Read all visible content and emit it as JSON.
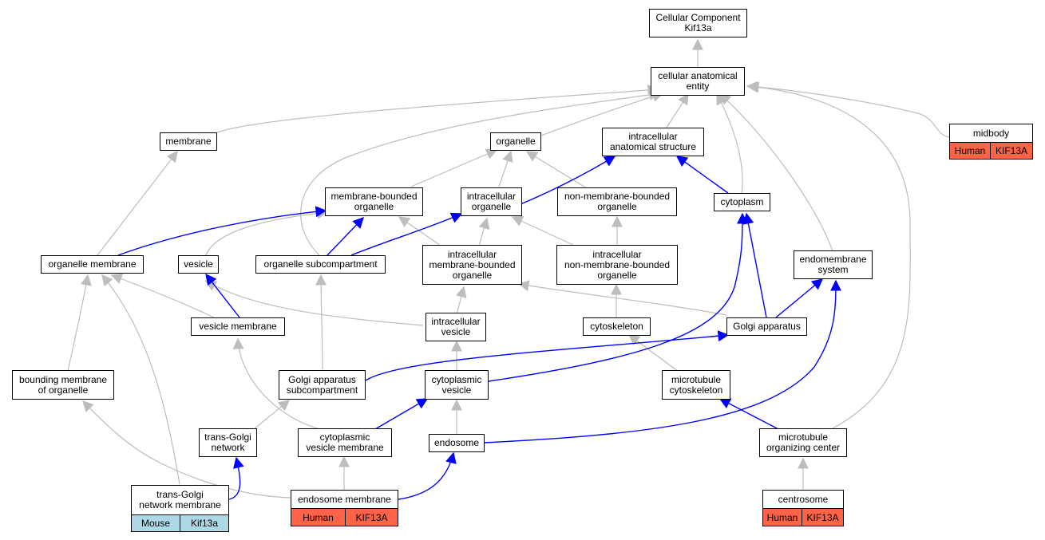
{
  "colors": {
    "grey_edge": "#bdbdbd",
    "blue_edge": "#0000ff",
    "human_tag": "#ff6347",
    "mouse_tag": "#add8e6"
  },
  "nodes": {
    "cellular_component": "Cellular Component\nKif13a",
    "cellular_anatomical_entity": "cellular anatomical\nentity",
    "membrane": "membrane",
    "organelle": "organelle",
    "intracellular_anatomical_structure": "intracellular\nanatomical structure",
    "midbody": "midbody",
    "membrane_bounded_organelle": "membrane-bounded\norganelle",
    "intracellular_organelle": "intracellular\norganelle",
    "non_membrane_bounded_organelle": "non-membrane-bounded\norganelle",
    "cytoplasm": "cytoplasm",
    "organelle_membrane": "organelle membrane",
    "vesicle": "vesicle",
    "organelle_subcompartment": "organelle subcompartment",
    "intracellular_membrane_bounded_organelle": "intracellular\nmembrane-bounded\norganelle",
    "intracellular_non_membrane_bounded_organelle": "intracellular\nnon-membrane-bounded\norganelle",
    "endomembrane_system": "endomembrane\nsystem",
    "vesicle_membrane": "vesicle membrane",
    "intracellular_vesicle": "intracellular\nvesicle",
    "cytoskeleton": "cytoskeleton",
    "golgi_apparatus": "Golgi apparatus",
    "bounding_membrane": "bounding membrane\nof organelle",
    "golgi_subcompartment": "Golgi apparatus\nsubcompartment",
    "cytoplasmic_vesicle": "cytoplasmic\nvesicle",
    "microtubule_cytoskeleton": "microtubule\ncytoskeleton",
    "trans_golgi_network": "trans-Golgi\nnetwork",
    "cytoplasmic_vesicle_membrane": "cytoplasmic\nvesicle membrane",
    "endosome": "endosome",
    "microtubule_organizing_center": "microtubule\norganizing center",
    "trans_golgi_network_membrane": "trans-Golgi\nnetwork membrane",
    "endosome_membrane": "endosome membrane",
    "centrosome": "centrosome"
  },
  "annotations": {
    "midbody": {
      "species": "Human",
      "gene": "KIF13A"
    },
    "trans_golgi_network_membrane": {
      "species": "Mouse",
      "gene": "Kif13a"
    },
    "endosome_membrane": {
      "species": "Human",
      "gene": "KIF13A"
    },
    "centrosome": {
      "species": "Human",
      "gene": "KIF13A"
    }
  }
}
